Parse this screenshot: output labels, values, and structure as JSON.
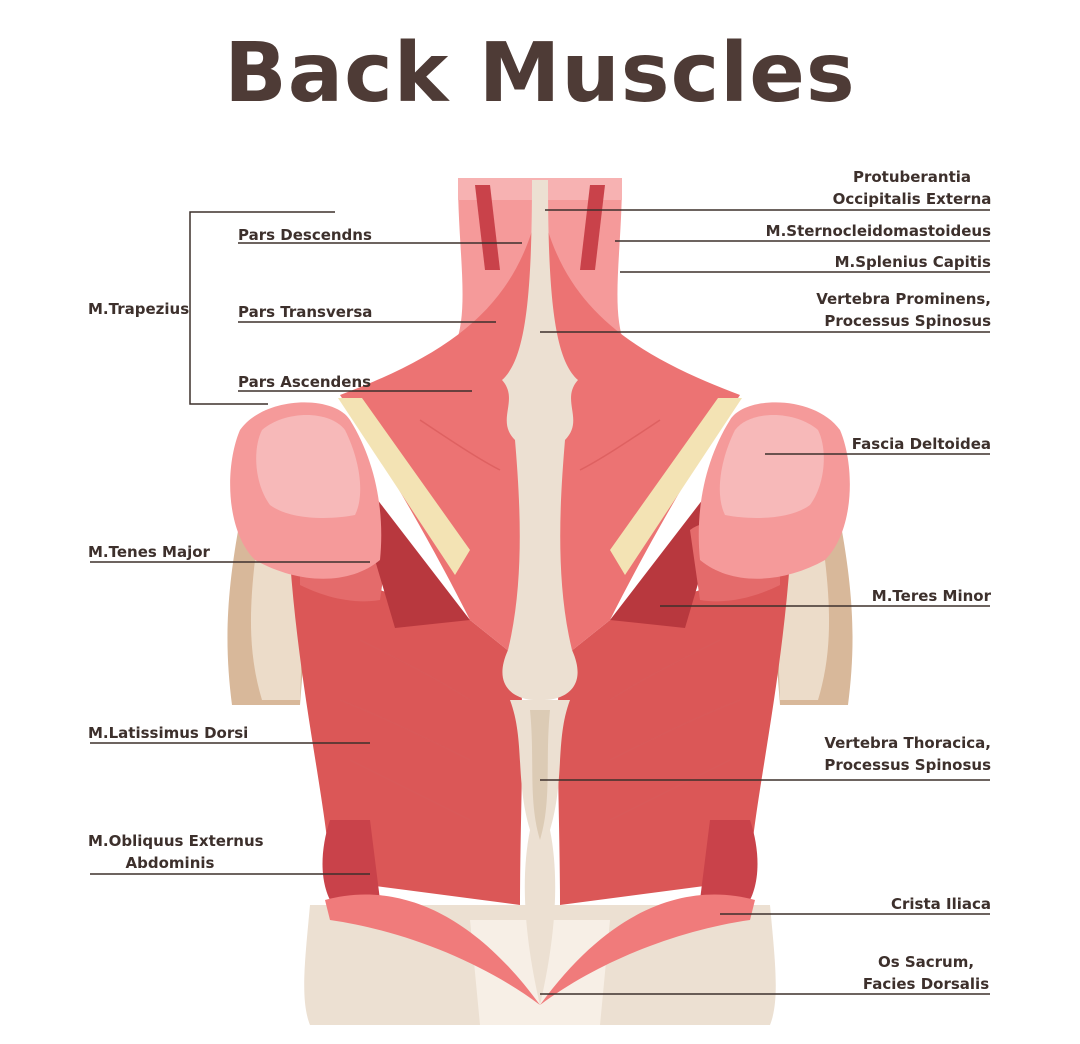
{
  "title": "Back Muscles",
  "colors": {
    "muscle": "#e46b6b",
    "muscle_dark": "#c9424a",
    "muscle_light": "#f59a9a",
    "deltoid": "#f7b2b2",
    "bone": "#ece0d2",
    "skin_shadow": "#d8b89a",
    "tendon": "#f3e3b4",
    "text": "#3d302c",
    "title": "#4e3b36"
  },
  "labels": {
    "trapezius": "M.Trapezius",
    "pars_descendens": "Pars Descendns",
    "pars_transversa": "Pars Transversa",
    "pars_ascendens": "Pars Ascendens",
    "protuberantia_1": "Protuberantia",
    "protuberantia_2": "Occipitalis Externa",
    "sternocleido": "M.Sternocleidomastoideus",
    "splenius": "M.Splenius Capitis",
    "vertebra_prominens_1": "Vertebra Prominens,",
    "vertebra_prominens_2": "Processus Spinosus",
    "fascia_deltoidea": "Fascia Deltoidea",
    "tenes_major": "M.Tenes Major",
    "teres_minor": "M.Teres Minor",
    "latissimus": "M.Latissimus Dorsi",
    "vertebra_thoracica_1": "Vertebra Thoracica,",
    "vertebra_thoracica_2": "Processus Spinosus",
    "obliquus_1": "M.Obliquus Externus",
    "obliquus_2": "Abdominis",
    "crista_iliaca": "Crista Iliaca",
    "os_sacrum_1": "Os Sacrum,",
    "os_sacrum_2": "Facies Dorsalis"
  }
}
